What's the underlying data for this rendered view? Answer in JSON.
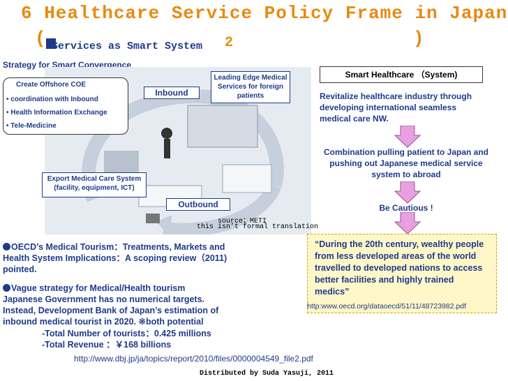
{
  "title": {
    "line1": "6  Healthcare Service Policy Frame in Japan",
    "open_paren": "(",
    "number": "2",
    "close_paren": ")",
    "subtitle": "Services as Smart System"
  },
  "left": {
    "strategy_heading": "Strategy for Smart Convergence",
    "coe_box": {
      "title": "Create Offshore COE",
      "items": [
        "• coordination with Inbound",
        "• Health Information Exchange",
        "• Tele-Medicine"
      ]
    },
    "inbound_label": "Inbound",
    "outbound_label": "Outbound",
    "leading_edge_label": "Leading Edge Medical Services for foreign patients",
    "export_label": "Export  Medical Care System (facility, equipment, ICT)",
    "source_line1": "source：METI",
    "source_line2": "this isn’t formal translation"
  },
  "right": {
    "header": "Smart Healthcare （System)",
    "text1": "Revitalize healthcare industry through developing international seamless medical care NW.",
    "text2": "Combination pulling patient to Japan and pushing out Japanese medical service system to abroad",
    "text3": "Be Cautious !",
    "quote": "“During the 20th century, wealthy people from less developed areas of the world travelled to developed nations to access better facilities and highly trained medics”",
    "quote_url": "http:www.oecd.org/dataoecd/51/11/48723982.pdf"
  },
  "bottom": {
    "oecd_line1": "OECD’s Medical Tourism：Treatments, Markets and",
    "oecd_line2": "Health System Implications：A scoping review（2011)",
    "oecd_line3": "pointed.",
    "vague_line1": "Vague strategy for Medical/Health tourism",
    "vague_line2": "Japanese Government has no numerical targets.",
    "vague_line3": "Instead, Development Bank of Japan’s estimation of",
    "vague_line4": "inbound medical tourist in 2020.  ※both potential",
    "tourists": "-Total Number of tourists：0.425 millions",
    "revenue": "-Total Revenue ：￥168   billions",
    "dbj_url": "http://www.dbj.jp/ja/topics/report/2010/files/0000004549_file2.pdf",
    "distributed": "Distributed by Suda Yasuji, 2011"
  },
  "colors": {
    "title": "#e88a10",
    "text": "#1f3a8a",
    "arrow": "#e8a0e0",
    "quote_bg": "#fff7c7"
  }
}
